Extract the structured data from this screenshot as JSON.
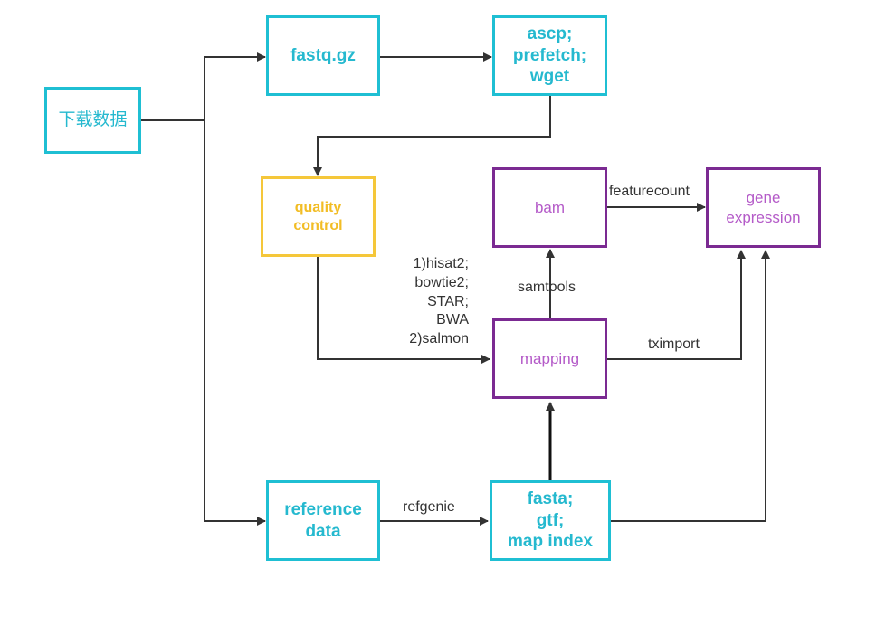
{
  "nodes": {
    "download": "下载数据",
    "fastq": "fastq.gz",
    "ascp": "ascp;\nprefetch;\nwget",
    "qc": "quality\ncontrol",
    "bam": "bam",
    "gene": "gene\nexpression",
    "mapping": "mapping",
    "reference": "reference\ndata",
    "fasta": "fasta;\ngtf;\nmap index"
  },
  "edge_labels": {
    "aligners": "1)hisat2;\nbowtie2;\nSTAR;\nBWA\n2)salmon",
    "samtools": "samtools",
    "featurecount": "featurecount",
    "tximport": "tximport",
    "refgenie": "refgenie"
  },
  "colors": {
    "cyan": "#1fbfd3",
    "yellow": "#f5c73a",
    "purple": "#7b2a92",
    "edge": "#333333"
  }
}
